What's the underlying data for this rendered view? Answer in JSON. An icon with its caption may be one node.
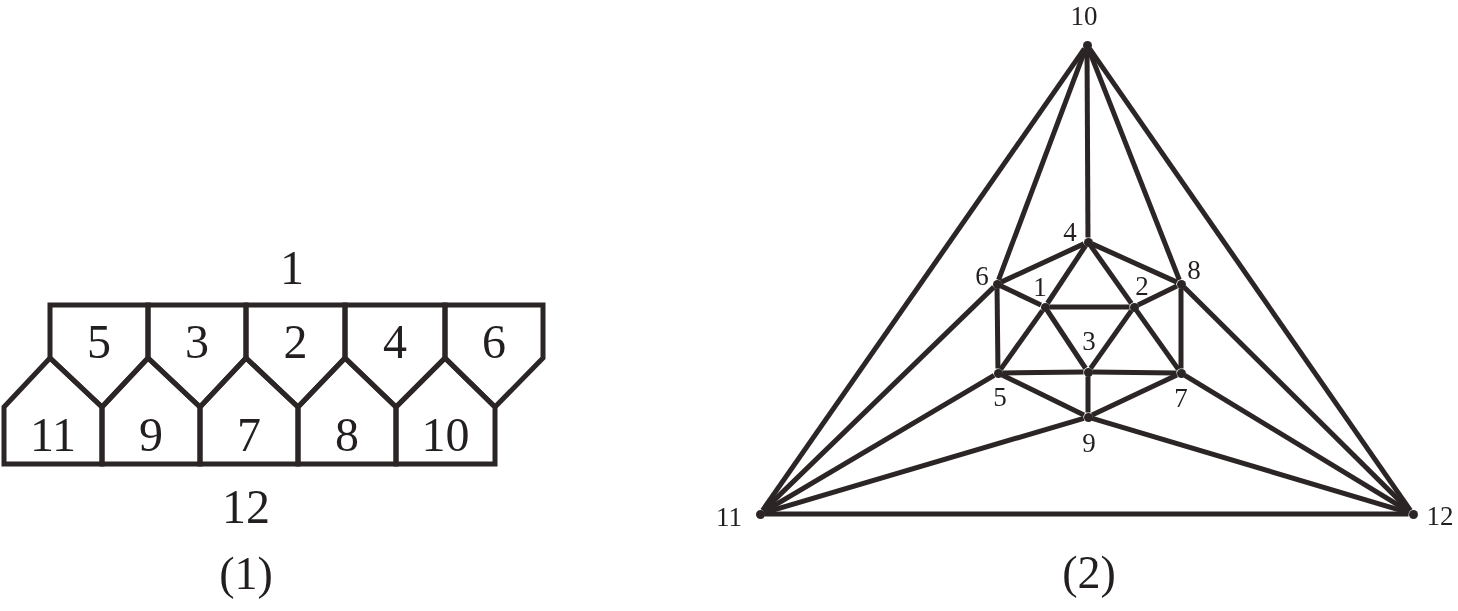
{
  "diagram": {
    "nodes": [
      {
        "text": [
          "5"
        ]
      },
      {
        "text": [
          "3"
        ]
      },
      {
        "text": [
          "2"
        ]
      },
      {
        "text": [
          "4"
        ]
      },
      {
        "text": [
          "6"
        ]
      },
      {
        "text": [
          "11"
        ]
      },
      {
        "text": [
          "9"
        ]
      },
      {
        "text": [
          "7"
        ]
      },
      {
        "text": [
          "8"
        ]
      },
      {
        "text": [
          "10"
        ]
      },
      {
        "text": [],
        "shape": "dot",
        "beside": [
          "10"
        ]
      },
      {
        "text": [],
        "shape": "dot",
        "beside": [
          "4"
        ]
      },
      {
        "text": [],
        "shape": "dot",
        "beside": [
          "6"
        ]
      },
      {
        "text": [],
        "shape": "dot",
        "beside": [
          "8"
        ]
      },
      {
        "text": [],
        "shape": "dot",
        "beside": [
          "1"
        ]
      },
      {
        "text": [],
        "shape": "dot",
        "beside": [
          "2"
        ]
      },
      {
        "text": [],
        "shape": "dot",
        "beside": [
          "5"
        ]
      },
      {
        "text": [],
        "shape": "dot",
        "beside": [
          "3"
        ]
      },
      {
        "text": [],
        "shape": "dot",
        "beside": [
          "7"
        ]
      },
      {
        "text": [],
        "shape": "dot",
        "beside": [
          "9"
        ]
      },
      {
        "text": [],
        "shape": "dot",
        "beside": [
          "11"
        ]
      },
      {
        "text": [],
        "shape": "dot",
        "beside": [
          "12"
        ]
      }
    ],
    "edges": [
      {
        "from": 10,
        "to": 20,
        "arrow": "none"
      },
      {
        "from": 10,
        "to": 21,
        "arrow": "none"
      },
      {
        "from": 20,
        "to": 21,
        "arrow": "none"
      },
      {
        "from": 10,
        "to": 12,
        "arrow": "none"
      },
      {
        "from": 10,
        "to": 11,
        "arrow": "none"
      },
      {
        "from": 10,
        "to": 13,
        "arrow": "none"
      },
      {
        "from": 20,
        "to": 12,
        "arrow": "none"
      },
      {
        "from": 20,
        "to": 16,
        "arrow": "none"
      },
      {
        "from": 20,
        "to": 19,
        "arrow": "none"
      },
      {
        "from": 21,
        "to": 13,
        "arrow": "none"
      },
      {
        "from": 21,
        "to": 18,
        "arrow": "none"
      },
      {
        "from": 21,
        "to": 19,
        "arrow": "none"
      },
      {
        "from": 11,
        "to": 12,
        "arrow": "none"
      },
      {
        "from": 11,
        "to": 13,
        "arrow": "none"
      },
      {
        "from": 11,
        "to": 14,
        "arrow": "none"
      },
      {
        "from": 11,
        "to": 15,
        "arrow": "none"
      },
      {
        "from": 12,
        "to": 14,
        "arrow": "none"
      },
      {
        "from": 12,
        "to": 16,
        "arrow": "none"
      },
      {
        "from": 13,
        "to": 15,
        "arrow": "none"
      },
      {
        "from": 13,
        "to": 18,
        "arrow": "none"
      },
      {
        "from": 14,
        "to": 15,
        "arrow": "none"
      },
      {
        "from": 14,
        "to": 17,
        "arrow": "none"
      },
      {
        "from": 14,
        "to": 16,
        "arrow": "none"
      },
      {
        "from": 15,
        "to": 17,
        "arrow": "none"
      },
      {
        "from": 15,
        "to": 18,
        "arrow": "none"
      },
      {
        "from": 16,
        "to": 17,
        "arrow": "none"
      },
      {
        "from": 17,
        "to": 18,
        "arrow": "none"
      },
      {
        "from": 17,
        "to": 19,
        "arrow": "none"
      },
      {
        "from": 16,
        "to": 19,
        "arrow": "none"
      },
      {
        "from": 18,
        "to": 19,
        "arrow": "none"
      }
    ],
    "labels": [
      "1",
      "12",
      "(1)",
      "(2)"
    ]
  }
}
